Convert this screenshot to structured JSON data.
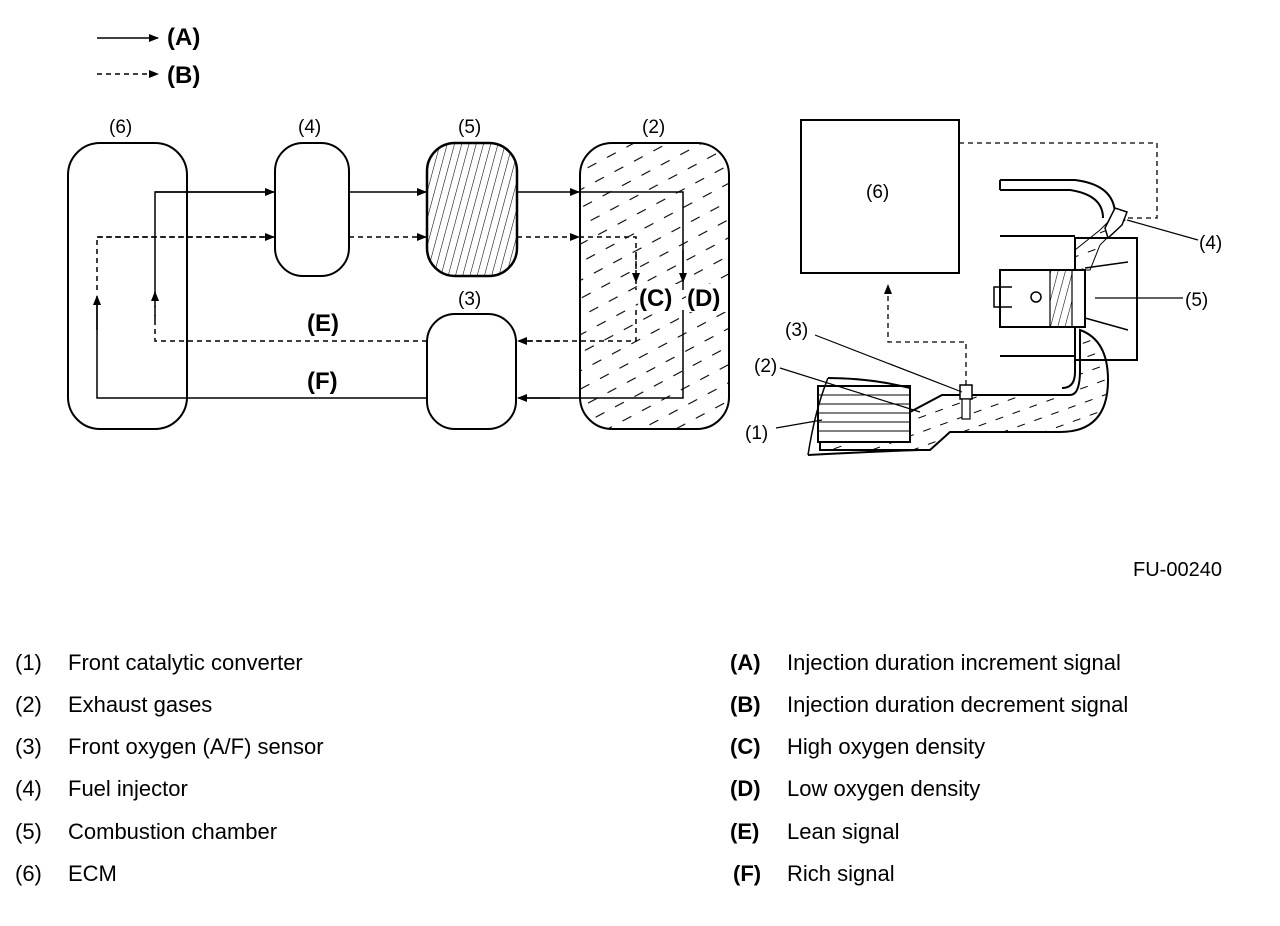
{
  "legend_top": {
    "solid_label": "(A)",
    "dashed_label": "(B)"
  },
  "flow_diagram": {
    "boxes": {
      "ecm": "(6)",
      "injector": "(4)",
      "combustion": "(5)",
      "exhaust": "(2)",
      "sensor": "(3)"
    },
    "arrow_labels": {
      "high_o2": "(C)",
      "low_o2": "(D)",
      "lean": "(E)",
      "rich": "(F)"
    }
  },
  "engine_drawing": {
    "ecm": "(6)",
    "injector": "(4)",
    "combustion": "(5)",
    "sensor": "(3)",
    "exhaust": "(2)",
    "catalytic": "(1)"
  },
  "figure_code": "FU-00240",
  "legend_left": [
    {
      "num": "(1)",
      "text": "Front catalytic converter"
    },
    {
      "num": "(2)",
      "text": "Exhaust gases"
    },
    {
      "num": "(3)",
      "text": "Front oxygen (A/F) sensor"
    },
    {
      "num": "(4)",
      "text": "Fuel injector"
    },
    {
      "num": "(5)",
      "text": "Combustion chamber"
    },
    {
      "num": "(6)",
      "text": "ECM"
    }
  ],
  "legend_right": [
    {
      "num": "(A)",
      "text": "Injection duration increment signal"
    },
    {
      "num": "(B)",
      "text": "Injection duration decrement signal"
    },
    {
      "num": "(C)",
      "text": "High oxygen density"
    },
    {
      "num": "(D)",
      "text": "Low oxygen density"
    },
    {
      "num": "(E)",
      "text": "Lean signal"
    },
    {
      "num": "(F)",
      "text": "Rich signal"
    }
  ]
}
